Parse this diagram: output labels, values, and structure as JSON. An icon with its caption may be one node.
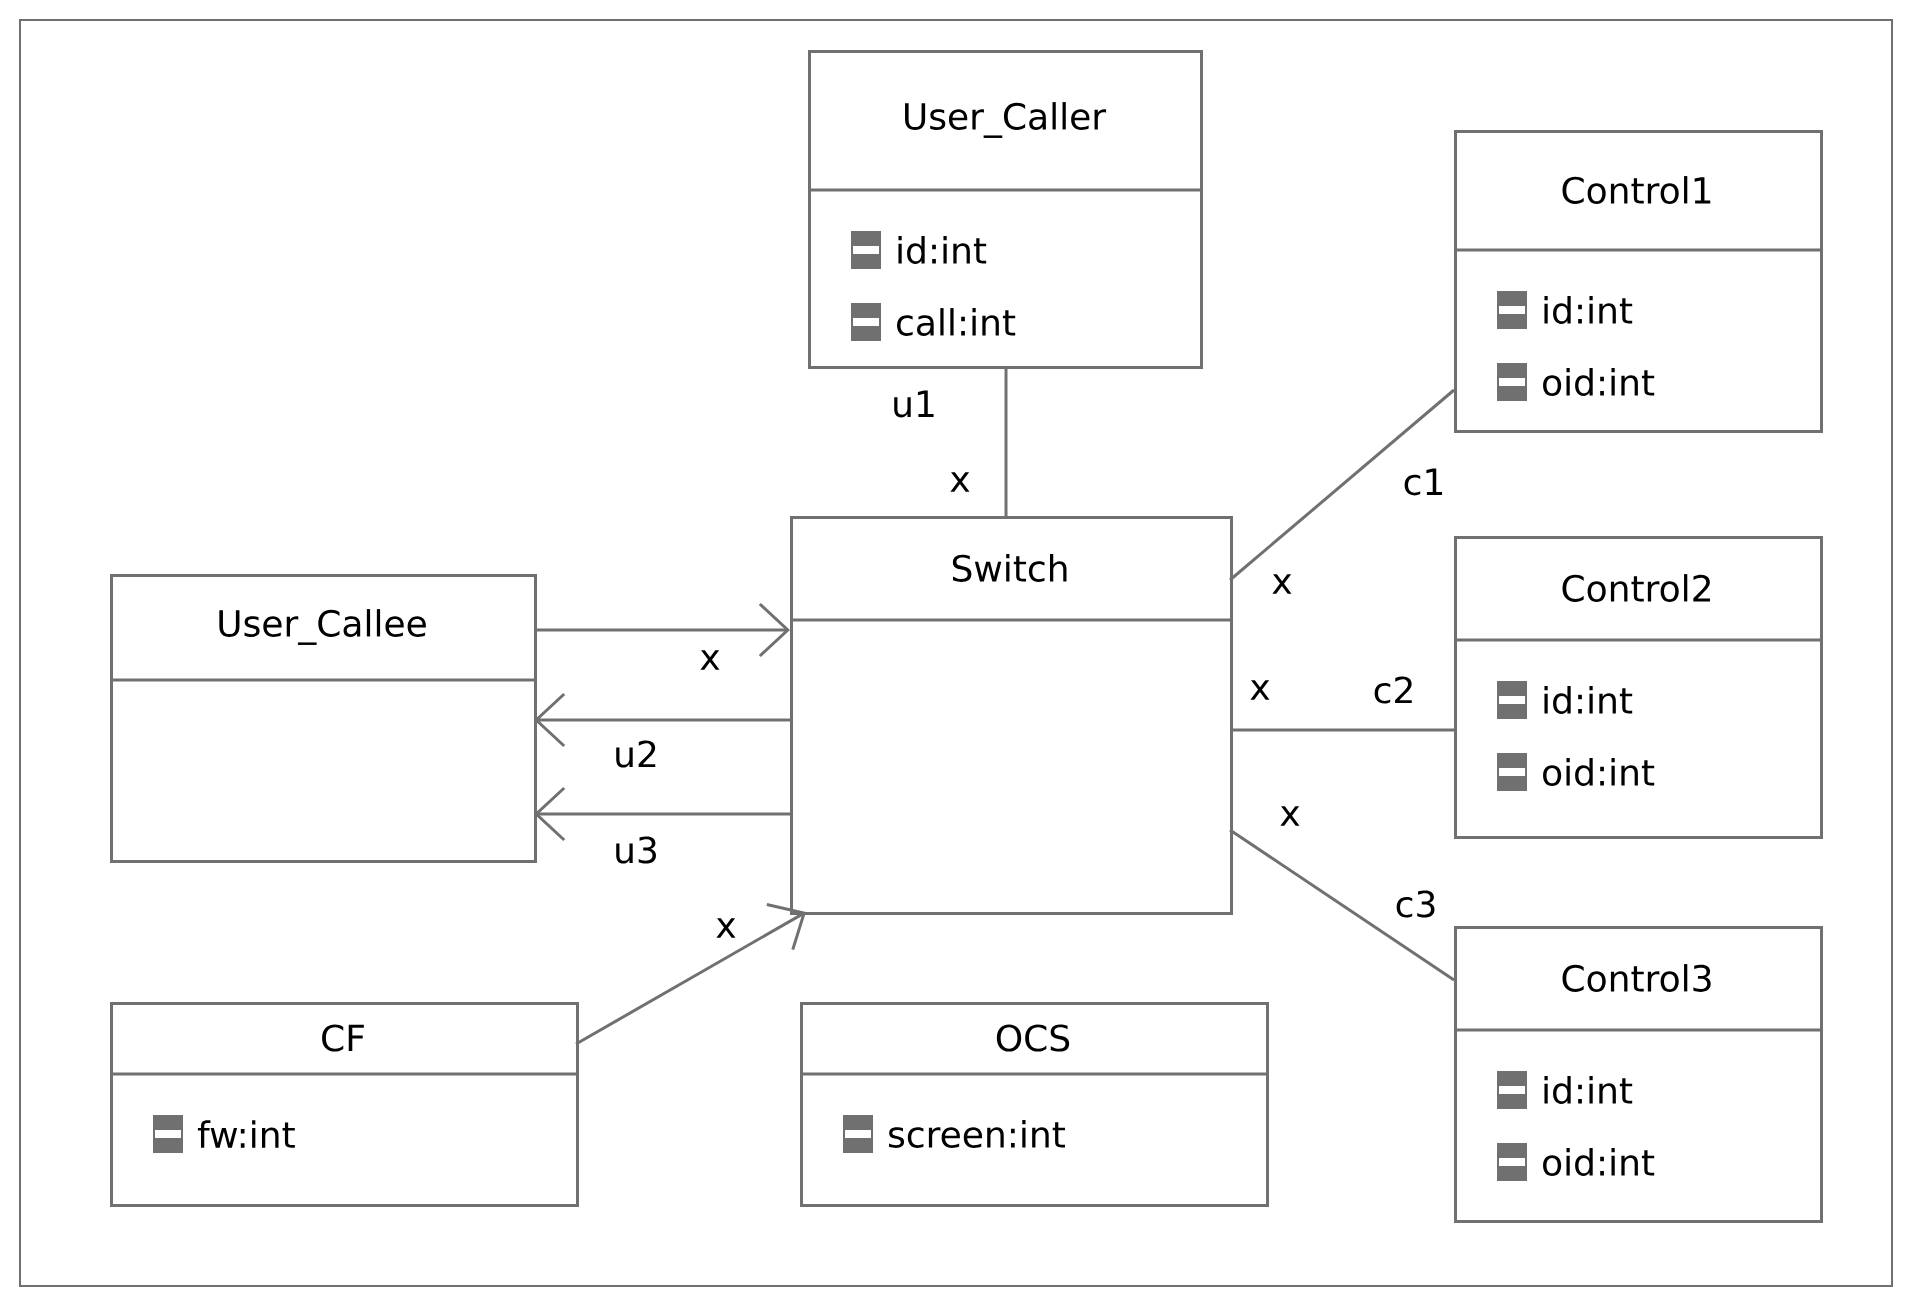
{
  "diagram": {
    "nodes": [
      {
        "text": [
          "User_Caller",
          "id:int",
          "call:int"
        ]
      },
      {
        "text": [
          "Control1",
          "id:int",
          "oid:int"
        ]
      },
      {
        "text": [
          "Switch"
        ]
      },
      {
        "text": [
          "User_Callee"
        ]
      },
      {
        "text": [
          "Control2",
          "id:int",
          "oid:int"
        ]
      },
      {
        "text": [
          "CF",
          "fw:int"
        ]
      },
      {
        "text": [
          "OCS",
          "screen:int"
        ]
      },
      {
        "text": [
          "Control3",
          "id:int",
          "oid:int"
        ]
      }
    ],
    "edges": [
      {
        "from": 0,
        "to": 2,
        "arrow": "none"
      },
      {
        "from": 2,
        "to": 1,
        "arrow": "none"
      },
      {
        "from": 3,
        "to": 2,
        "arrow": "to"
      },
      {
        "from": 2,
        "to": 3,
        "arrow": "to"
      },
      {
        "from": 2,
        "to": 3,
        "arrow": "to"
      },
      {
        "from": 2,
        "to": 4,
        "arrow": "none"
      },
      {
        "from": 2,
        "to": 7,
        "arrow": "none"
      },
      {
        "from": 5,
        "to": 2,
        "arrow": "to"
      }
    ],
    "labels": [
      "u1",
      "x",
      "c1",
      "x",
      "x",
      "x",
      "c2",
      "u2",
      "x",
      "u3",
      "c3",
      "x"
    ]
  }
}
